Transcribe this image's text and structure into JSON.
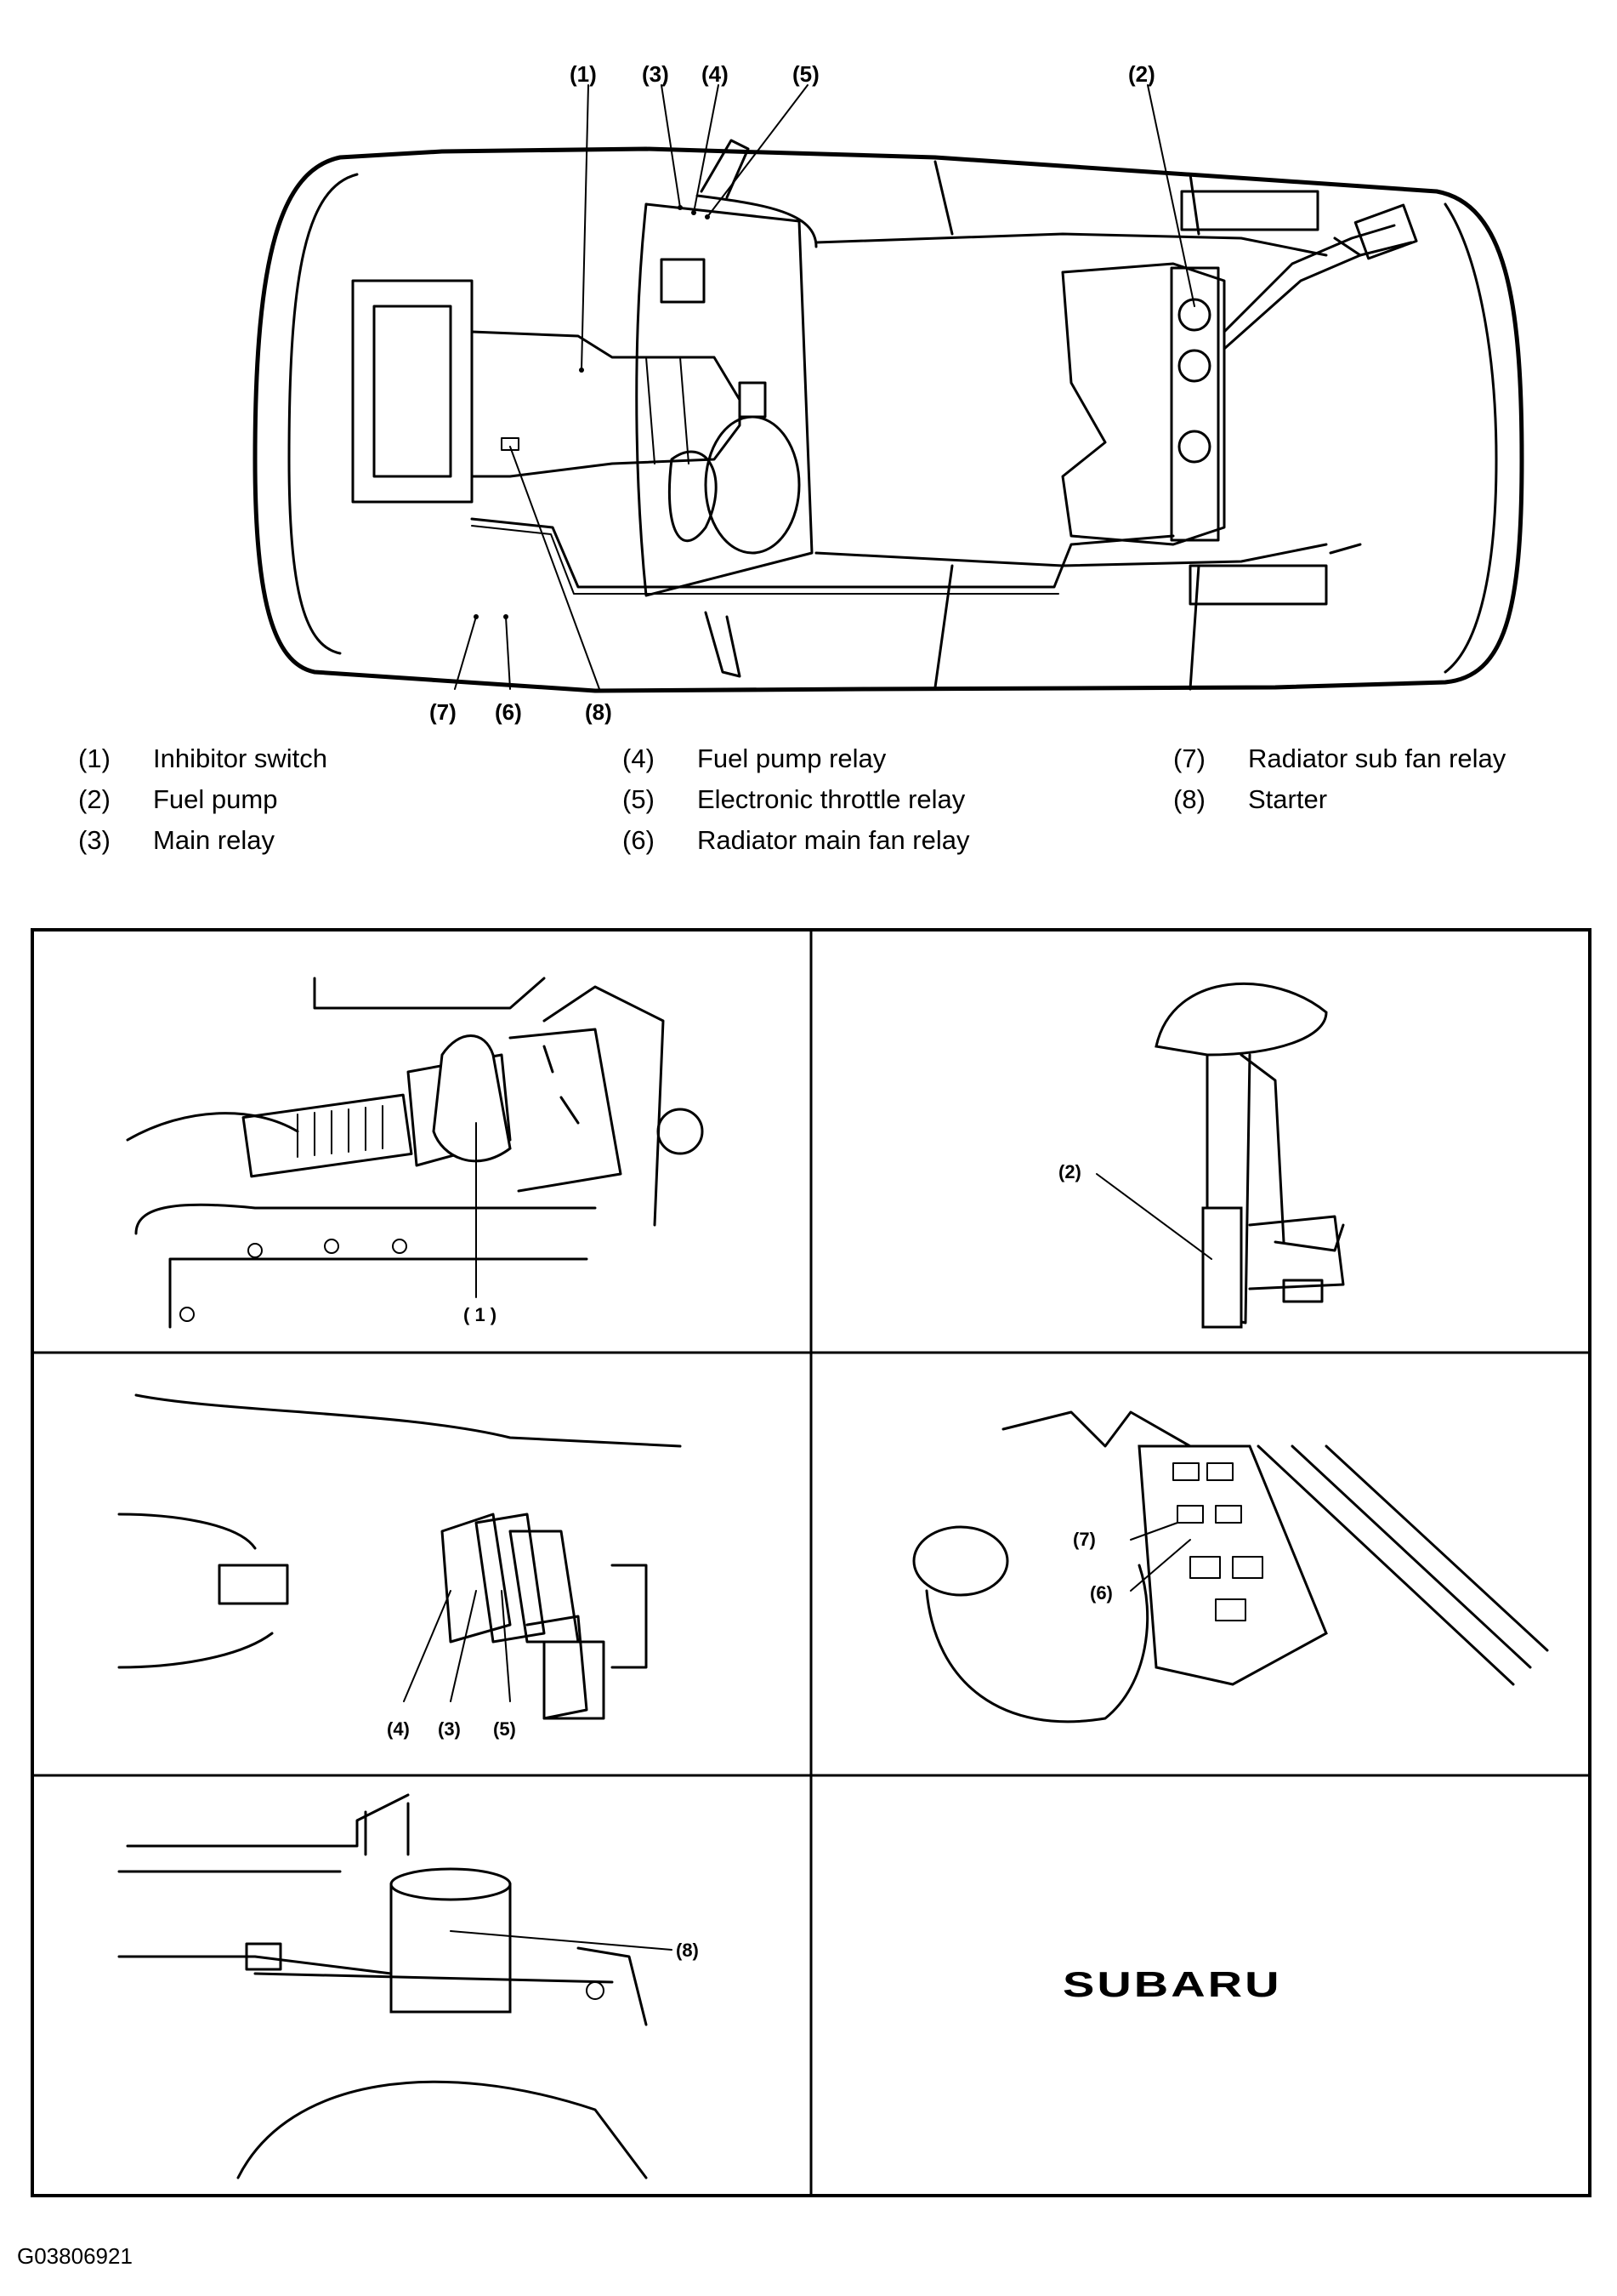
{
  "overview_callouts": {
    "c1": "(1)",
    "c3": "(3)",
    "c4": "(4)",
    "c5": "(5)",
    "c2": "(2)",
    "c7": "(7)",
    "c6": "(6)",
    "c8": "(8)"
  },
  "legend": {
    "col1": [
      {
        "num": "(1)",
        "label": "Inhibitor switch"
      },
      {
        "num": "(2)",
        "label": "Fuel pump"
      },
      {
        "num": "(3)",
        "label": "Main relay"
      }
    ],
    "col2": [
      {
        "num": "(4)",
        "label": "Fuel pump relay"
      },
      {
        "num": "(5)",
        "label": "Electronic throttle relay"
      },
      {
        "num": "(6)",
        "label": "Radiator main fan relay"
      }
    ],
    "col3": [
      {
        "num": "(7)",
        "label": "Radiator sub fan relay"
      },
      {
        "num": "(8)",
        "label": "Starter"
      }
    ]
  },
  "detail_callouts": {
    "inhibitor": "( 1 )",
    "fuel_pump": "(2)",
    "relay4": "(4)",
    "relay3": "(3)",
    "relay5": "(5)",
    "fan7": "(7)",
    "fan6": "(6)",
    "starter": "(8)"
  },
  "logo_text": "SUBARU",
  "figure_id": "G03806921"
}
